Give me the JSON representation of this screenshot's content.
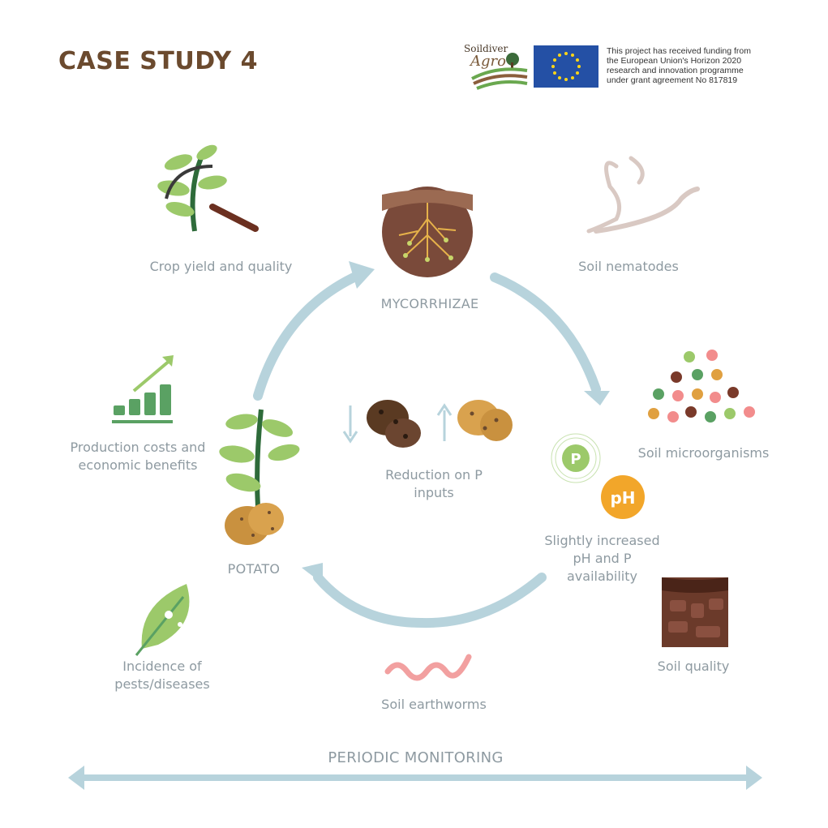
{
  "header": {
    "title": "CASE STUDY 4",
    "brand_top": "Soildiver",
    "brand_script": "Agro",
    "funding_lines": [
      "This project has received funding from",
      "the European Union's Horizon 2020",
      "research and innovation programme",
      "under grant agreement No 817819"
    ]
  },
  "cycle": {
    "center_top": "MYCORRHIZAE",
    "center_left": "POTATO",
    "middle_lines": [
      "Reduction on P",
      "inputs"
    ],
    "right_lines": [
      "Slightly increased",
      "pH and P",
      "availability"
    ],
    "p_symbol": "P",
    "ph_symbol": "pH"
  },
  "indicators": {
    "crop_yield": "Crop yield and quality",
    "production_lines": [
      "Production costs and",
      "economic benefits"
    ],
    "pests_lines": [
      "Incidence of",
      "pests/diseases"
    ],
    "earthworms": "Soil earthworms",
    "soil_quality": "Soil quality",
    "microorganisms": "Soil microorganisms",
    "nematodes": "Soil nematodes"
  },
  "footer": {
    "monitoring": "PERIODIC MONITORING"
  },
  "colors": {
    "title": "#6b4a2e",
    "label": "#8e9aa1",
    "arrow": "#b7d3dc",
    "leaf": "#9cc96a",
    "potato": "#c9913f",
    "orange": "#f2a62a",
    "eu_blue": "#2450a5"
  }
}
